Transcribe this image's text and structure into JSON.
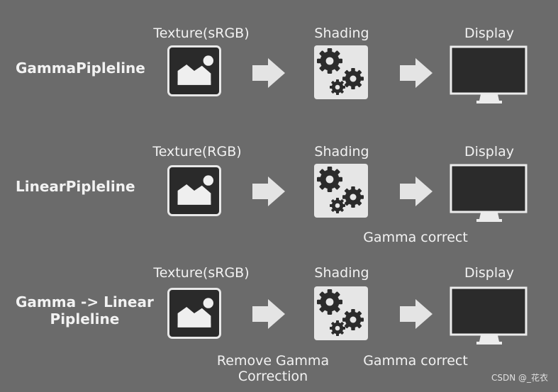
{
  "rows": [
    {
      "label": "GammaPipleline",
      "texture_title": "Texture(sRGB)",
      "shading_title": "Shading",
      "display_title": "Display",
      "texture_note": "",
      "shading_note": ""
    },
    {
      "label": "LinearPipleline",
      "texture_title": "Texture(RGB)",
      "shading_title": "Shading",
      "display_title": "Display",
      "texture_note": "",
      "shading_note": "Gamma correct"
    },
    {
      "label_line1": "Gamma -> Linear",
      "label_line2": "Pipleline",
      "texture_title": "Texture(sRGB)",
      "shading_title": "Shading",
      "display_title": "Display",
      "texture_note_line1": "Remove Gamma",
      "texture_note_line2": "Correction",
      "shading_note": "Gamma correct"
    }
  ],
  "icons": {
    "texture": "image-icon",
    "shading": "gears-icon",
    "display": "monitor-icon",
    "arrow": "right-arrow-icon"
  },
  "watermark": "CSDN @_花衣"
}
